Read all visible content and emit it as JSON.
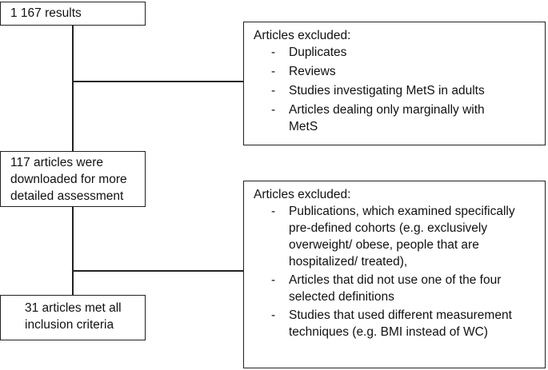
{
  "diagram": {
    "box1": {
      "text": "1 167 results"
    },
    "box2": {
      "lines": [
        "117 articles were",
        "downloaded for more",
        "detailed assessment"
      ]
    },
    "box3": {
      "lines": [
        "31 articles met all",
        "inclusion criteria"
      ]
    },
    "exclusion1": {
      "title": "Articles excluded:",
      "items": [
        "Duplicates",
        "Reviews",
        "Studies investigating MetS in adults",
        "Articles dealing only marginally with MetS"
      ]
    },
    "exclusion2": {
      "title": "Articles excluded:",
      "items": [
        "Publications, which examined specifically pre-defined cohorts (e.g. exclusively overweight/ obese, people that are hospitalized/ treated),",
        "Articles that did not use one of the four selected definitions",
        "Studies that used different measurement techniques (e.g. BMI instead of WC)"
      ]
    },
    "bullet_marker": "-"
  }
}
